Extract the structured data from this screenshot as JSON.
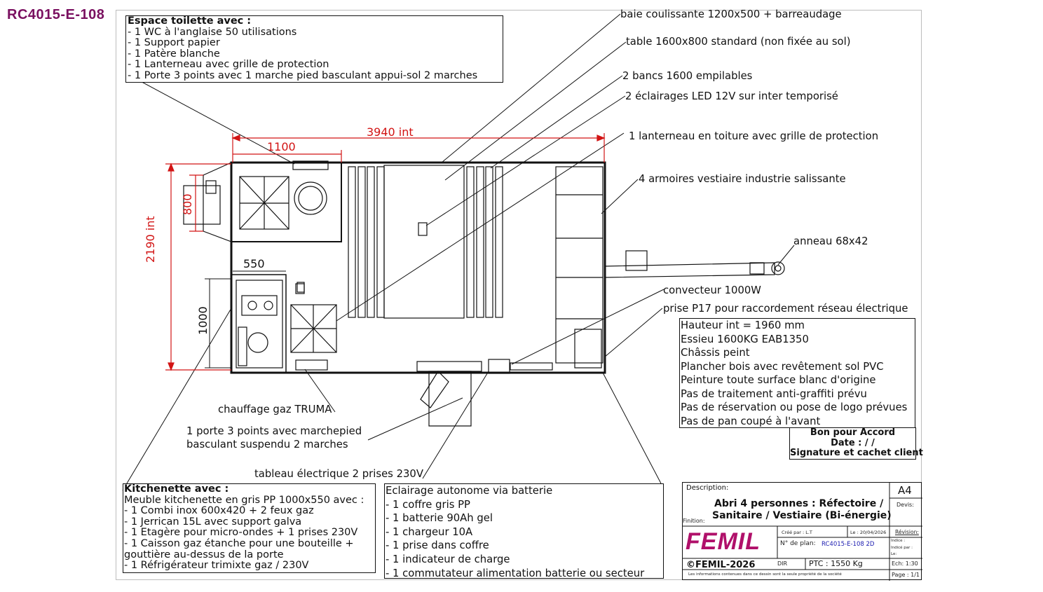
{
  "ref_code": "RC4015-E-108",
  "toilet_box": {
    "title": "Espace toilette avec :",
    "lines": [
      "- 1 WC à l'anglaise 50 utilisations",
      "- 1 Support papier",
      "- 1 Patère blanche",
      "- 1 Lanterneau avec grille de protection",
      "- 1 Porte 3 points avec 1 marche pied basculant appui-sol 2 marches"
    ]
  },
  "callouts": {
    "baie": "baie coulissante 1200x500 + barreaudage",
    "table": "table 1600x800 standard (non fixée au sol)",
    "bancs": "2 bancs 1600 empilables",
    "eclairages": "2 éclairages LED 12V sur inter temporisé",
    "lanterneau": "1 lanterneau en toiture avec grille de protection",
    "armoires": "4 armoires vestiaire industrie salissante",
    "anneau": "anneau 68x42",
    "convecteur": "convecteur 1000W",
    "prise": "prise P17 pour raccordement réseau électrique",
    "chauffage": "chauffage gaz TRUMA",
    "porte_line1": "1 porte 3 points avec marchepied",
    "porte_line2": "basculant suspendu 2 marches",
    "tableau": "tableau électrique 2 prises 230V"
  },
  "dimensions": {
    "length": "3940 int",
    "width": "2190 int",
    "toilet_width": "1100",
    "window": "800",
    "kitchen_width": "550",
    "kitchen_length": "1000"
  },
  "specs": [
    "Hauteur int = 1960 mm",
    "Essieu 1600KG EAB1350",
    "Châssis peint",
    "Plancher bois avec revêtement sol PVC",
    "Peinture toute surface blanc d'origine",
    "Pas de traitement anti-graffiti prévu",
    "Pas de réservation ou pose de logo prévues",
    "Pas de pan coupé à l'avant"
  ],
  "accord": {
    "line1": "Bon pour Accord",
    "line2": "Date :   /   /",
    "line3": "Signature et cachet client"
  },
  "kitchen_box": {
    "title": "Kitchenette avec :",
    "lines": [
      "Meuble kitchenette en gris PP 1000x550 avec :",
      "- 1 Combi inox 600x420 + 2 feux gaz",
      "- 1 Jerrican 15L avec support galva",
      "- 1 Etagère pour micro-ondes + 1 prises 230V",
      "- 1 Caisson gaz étanche pour une bouteille +",
      "gouttière au-dessus de la porte",
      "- 1 Réfrigérateur trimixte gaz / 230V"
    ]
  },
  "battery_box": {
    "title": "Eclairage autonome via batterie",
    "lines": [
      "- 1 coffre gris PP",
      "- 1 batterie 90Ah gel",
      "- 1 chargeur 10A",
      "- 1 prise dans coffre",
      "- 1 indicateur de charge",
      "- 1 commutateur alimentation batterie ou secteur"
    ]
  },
  "title_block": {
    "description_label": "Description:",
    "format": "A4",
    "devis_label": "Devis:",
    "title_line1": "Abri 4 personnes : Réfectoire /",
    "title_line2": "Sanitaire / Vestiaire (Bi-énergie)",
    "finition_label": "Finition:",
    "brand": "FEMIL",
    "cree_par": "Créé par : L.T",
    "date": "Le : 20/04/2026",
    "revision_label": "Révision:",
    "plan_label": "N° de plan:",
    "plan_number": "RC4015-E-108 2D",
    "indice_label": "Indice :",
    "indice_par": "Indicé par :",
    "indice_le": "Le:",
    "copyright": "©FEMIL-2026",
    "dir": "DIR",
    "ptc": "PTC : 1550 Kg",
    "echelle": "Ech: 1:30",
    "legal": "Les informations contenues dans ce dessin sont la seule propriété de la société",
    "page": "Page : 1/1"
  },
  "colors": {
    "accent": "#7a1060",
    "dimension_red": "#d21414",
    "brand_magenta": "#b0106a"
  }
}
